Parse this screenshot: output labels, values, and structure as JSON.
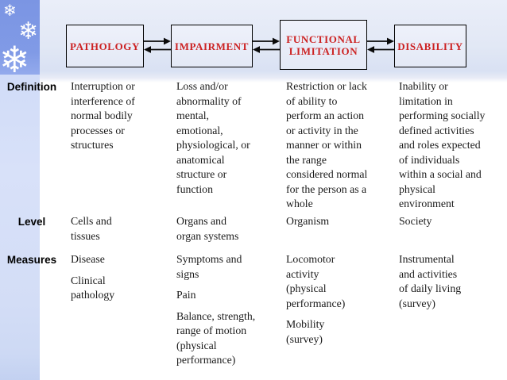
{
  "icons": {
    "snowflake": "❄"
  },
  "colors": {
    "sidebar_top_square": "#7d97e4",
    "sidebar_column": "#d2ddf7",
    "top_band": "#dee5f4",
    "box_fill": "#e9edf8",
    "box_border": "#000000",
    "box_label_red": "#cc2222",
    "body_text": "#1a1a1a"
  },
  "diagram": {
    "boxes": [
      {
        "name": "pathology",
        "label_lines": [
          "PATHOLOGY"
        ]
      },
      {
        "name": "impairment",
        "label_lines": [
          "IMPAIRMENT"
        ]
      },
      {
        "name": "functional-limitation",
        "label_lines": [
          "FUNCTIONAL",
          "LIMITATION"
        ]
      },
      {
        "name": "disability",
        "label_lines": [
          "DISABILITY"
        ]
      }
    ]
  },
  "table": {
    "definition": {
      "label": "Definition",
      "cells": [
        {
          "lines": [
            "Interruption or",
            "interference of",
            "normal bodily",
            "processes or",
            "structures"
          ]
        },
        {
          "lines": [
            "Loss and/or",
            "abnormality of",
            "mental,",
            "emotional,",
            "physiological, or",
            "anatomical",
            "structure or",
            "function"
          ]
        },
        {
          "lines": [
            "Restriction or lack",
            "of ability to",
            "perform an action",
            "or activity in the",
            "manner or within",
            "the range",
            "considered normal",
            "for the person as a",
            "whole"
          ]
        },
        {
          "lines": [
            "Inability or",
            "limitation in",
            "performing socially",
            "defined activities",
            "and roles expected",
            "of individuals",
            "within a social and",
            "physical",
            "environment"
          ]
        }
      ]
    },
    "level": {
      "label": "Level",
      "cells": [
        {
          "lines": [
            "Cells and",
            "tissues"
          ]
        },
        {
          "lines": [
            "Organs and",
            "organ systems"
          ]
        },
        {
          "lines": [
            "Organism"
          ]
        },
        {
          "lines": [
            "Society"
          ]
        }
      ]
    },
    "measures": {
      "label": "Measures",
      "cells": [
        {
          "items": [
            {
              "lines": [
                "Disease"
              ]
            },
            {
              "lines": [
                "Clinical",
                "pathology"
              ]
            }
          ]
        },
        {
          "items": [
            {
              "lines": [
                "Symptoms and",
                "signs"
              ]
            },
            {
              "lines": [
                "Pain"
              ]
            },
            {
              "lines": [
                "Balance, strength,",
                "range of motion",
                "(physical",
                "performance)"
              ]
            }
          ]
        },
        {
          "items": [
            {
              "lines": [
                "Locomotor",
                "activity",
                "(physical",
                "performance)"
              ]
            },
            {
              "lines": [
                "Mobility",
                "(survey)"
              ]
            }
          ]
        },
        {
          "items": [
            {
              "lines": [
                "Instrumental",
                "and activities",
                "of daily living",
                "(survey)"
              ]
            }
          ]
        }
      ]
    }
  }
}
